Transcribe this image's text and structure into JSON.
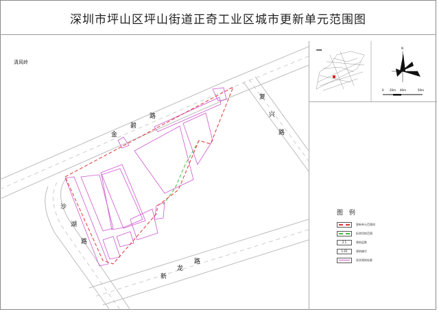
{
  "title": "深圳市坪山区坪山街道正奇工业区城市更新单元范围图",
  "place_label": "清风岭",
  "roads": {
    "jinbi": [
      "金",
      "碧",
      "路"
    ],
    "fuxing": [
      "复",
      "兴",
      "路"
    ],
    "shahu": [
      "沙",
      "湖",
      "路"
    ],
    "xinlong": [
      "新",
      "龙",
      "路"
    ]
  },
  "inset": {
    "north_label": "N",
    "scale_ticks": [
      "0",
      "20m",
      "40m",
      "50m"
    ]
  },
  "legend": {
    "title": "图 例",
    "items": [
      {
        "label": "更新单元范围线",
        "icon": "red-dashed-line",
        "color": "#e03030"
      },
      {
        "label": "拆除用地范围",
        "icon": "green-dashed-line",
        "color": "#40c040"
      },
      {
        "label": "建筑层数",
        "icon": "box",
        "sample": "2 1"
      },
      {
        "label": "建筑编号",
        "icon": "box",
        "sample": "1-01"
      },
      {
        "label": "现状建筑轮廓",
        "icon": "magenta-line",
        "color": "#cc55cc"
      }
    ]
  },
  "colors": {
    "boundary": "#e03030",
    "demolition": "#40c040",
    "building": "#cc55cc",
    "road": "#bbbbbb",
    "inset_marker": "#dd2222"
  }
}
